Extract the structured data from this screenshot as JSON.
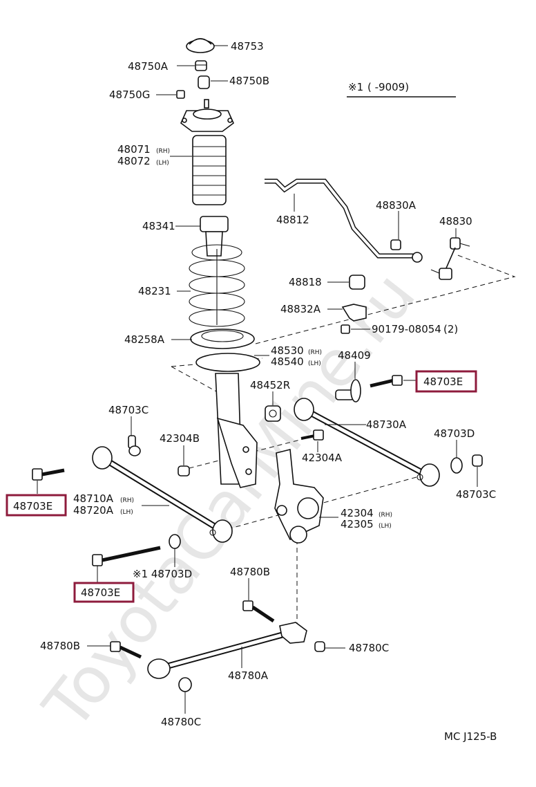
{
  "watermark": "ToyotaCarMine.ru",
  "legend": {
    "mark": "※1",
    "text": "(          -9009)"
  },
  "footer": {
    "code": "MC J125-B"
  },
  "highlight_color": "#8e1b3c",
  "labels": {
    "p48753": "48753",
    "p48750A": "48750A",
    "p48750B": "48750B",
    "p48750G": "48750G",
    "p48071": "48071",
    "p48072": "48072",
    "rh": "(RH)",
    "lh": "(LH)",
    "p48341": "48341",
    "p48231": "48231",
    "p48258A": "48258A",
    "p48530": "48530",
    "p48540": "48540",
    "p48812": "48812",
    "p48830A": "48830A",
    "p48830": "48830",
    "p48818": "48818",
    "p48832A": "48832A",
    "p90179": "90179-08054",
    "qty2": "(2)",
    "p48409": "48409",
    "p48703E_a": "48703E",
    "p48452R": "48452R",
    "p48703C_a": "48703C",
    "p42304B": "42304B",
    "p42304A": "42304A",
    "p48730A": "48730A",
    "p48703D_a": "48703D",
    "p48703C_b": "48703C",
    "p48703E_b": "48703E",
    "p48710A": "48710A",
    "p48720A": "48720A",
    "p42304": "42304",
    "p42305": "42305",
    "p48703E_c": "48703E",
    "p48703D_b": "※1 48703D",
    "p48780B_a": "48780B",
    "p48780B_b": "48780B",
    "p48780C_a": "48780C",
    "p48780A": "48780A",
    "p48780C_b": "48780C"
  }
}
